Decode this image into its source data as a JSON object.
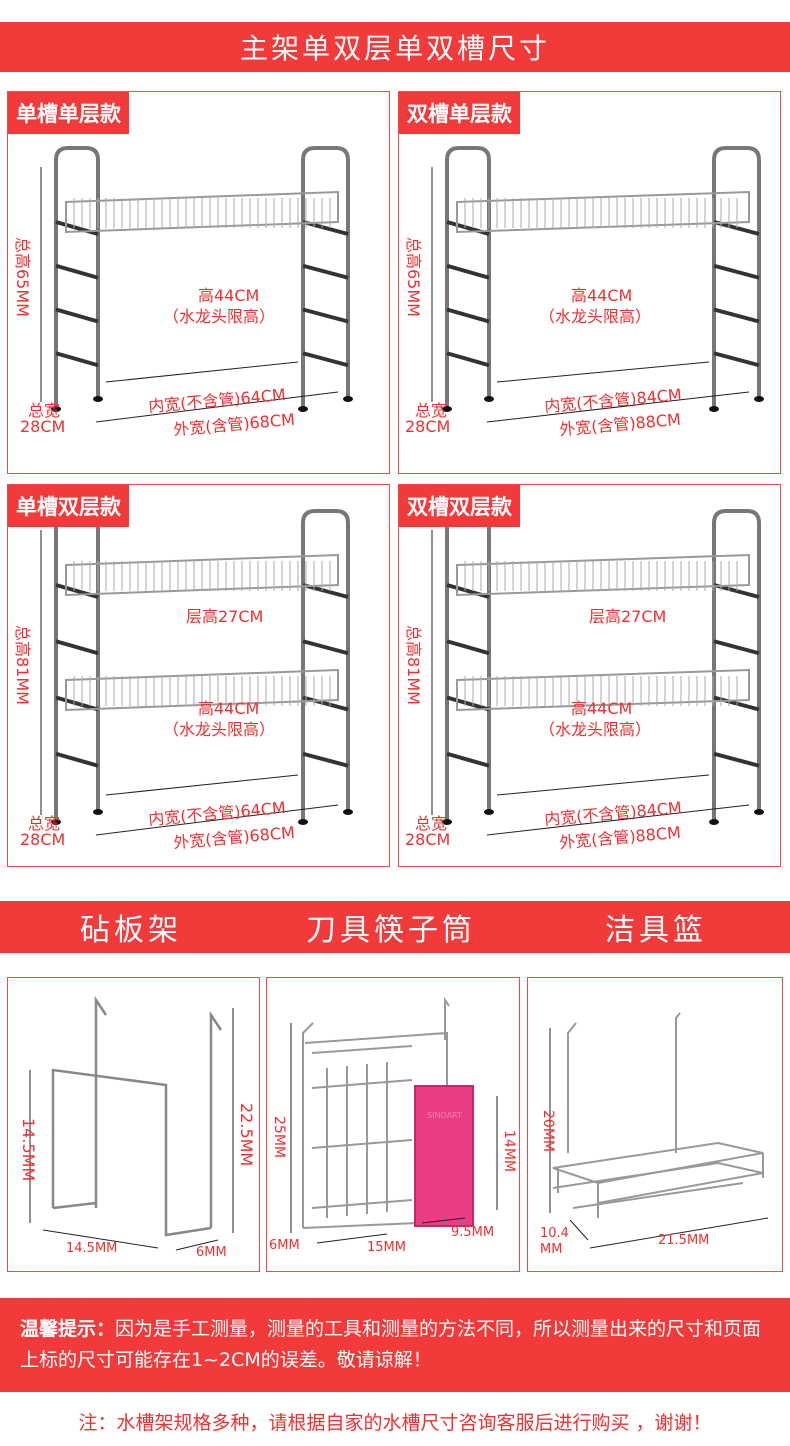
{
  "header": "主架单双层单双槽尺寸",
  "racks": [
    {
      "title": "单槽单层款",
      "layers": 1,
      "total_height": "总高65MM",
      "faucet_height": "高44CM",
      "faucet_note": "（水龙头限高）",
      "inner_width": "内宽(不含管)64CM",
      "outer_width": "外宽(含管)68CM",
      "depth_label": "总宽",
      "depth": "28CM"
    },
    {
      "title": "双槽单层款",
      "layers": 1,
      "total_height": "总高65MM",
      "faucet_height": "高44CM",
      "faucet_note": "（水龙头限高）",
      "inner_width": "内宽(不含管)84CM",
      "outer_width": "外宽(含管)88CM",
      "depth_label": "总宽",
      "depth": "28CM"
    },
    {
      "title": "单槽双层款",
      "layers": 2,
      "total_height": "总高81MM",
      "layer_height": "层高27CM",
      "faucet_height": "高44CM",
      "faucet_note": "（水龙头限高）",
      "inner_width": "内宽(不含管)64CM",
      "outer_width": "外宽(含管)68CM",
      "depth_label": "总宽",
      "depth": "28CM"
    },
    {
      "title": "双槽双层款",
      "layers": 2,
      "total_height": "总高81MM",
      "layer_height": "层高27CM",
      "faucet_height": "高44CM",
      "faucet_note": "（水龙头限高）",
      "inner_width": "内宽(不含管)84CM",
      "outer_width": "外宽(含管)88CM",
      "depth_label": "总宽",
      "depth": "28CM"
    }
  ],
  "accessories_header": [
    "砧板架",
    "刀具筷子筒",
    "洁具篮"
  ],
  "accessories": [
    {
      "dims": [
        "14.5MM",
        "22.5MM",
        "14.5MM",
        "6MM"
      ]
    },
    {
      "dims": [
        "25MM",
        "14MM",
        "6MM",
        "15MM",
        "9.5MM"
      ],
      "brand": "SINOART"
    },
    {
      "dims": [
        "20MM",
        "10.4",
        "MM",
        "21.5MM"
      ]
    }
  ],
  "tip": {
    "label": "温馨提示：",
    "text": "因为是手工测量，测量的工具和测量的方法不同，所以测量出来的尺寸和页面上标的尺寸可能存在1~2CM的误差。敬请谅解！"
  },
  "note": "注：水槽架规格多种，请根据自家的水槽尺寸咨询客服后进行购买 ，谢谢！",
  "colors": {
    "accent": "#f33a3a",
    "label": "#f03030"
  }
}
